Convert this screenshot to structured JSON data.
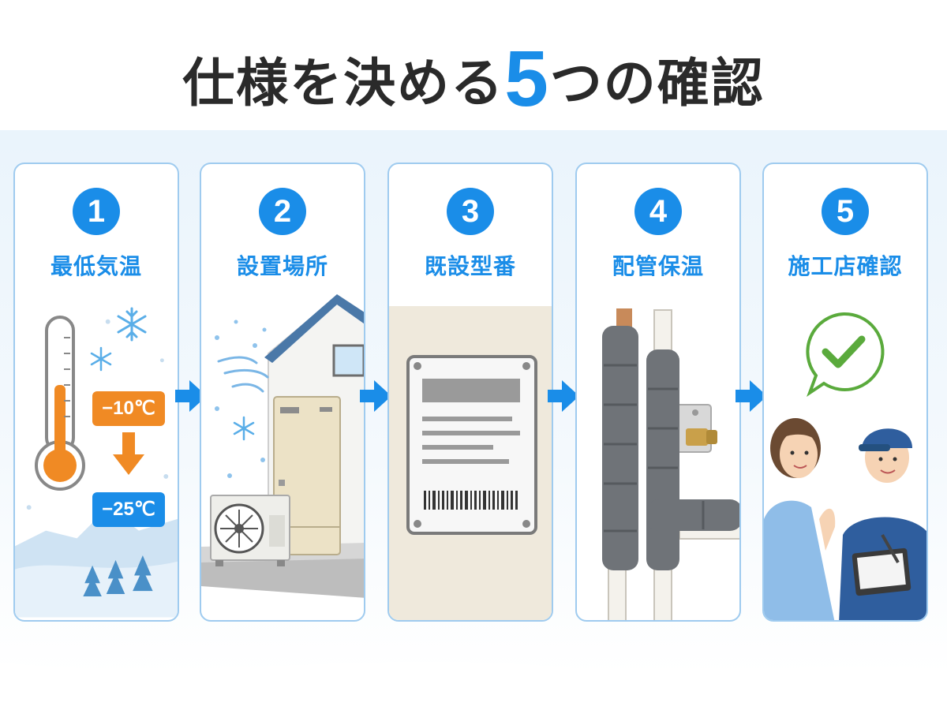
{
  "title": {
    "main_before": "仕様を決める",
    "number": "5",
    "main_after": "つの確認"
  },
  "steps": [
    {
      "number": "1",
      "label": "最低気温",
      "temp_high": "−10℃",
      "temp_low": "−25℃"
    },
    {
      "number": "2",
      "label": "設置場所"
    },
    {
      "number": "3",
      "label": "既設型番"
    },
    {
      "number": "4",
      "label": "配管保温"
    },
    {
      "number": "5",
      "label": "施工店確認"
    }
  ],
  "icons": [
    "thermometer-icon",
    "snowflake-icon",
    "arrow-down-icon",
    "house-icon",
    "heat-pump-unit-icon",
    "nameplate-icon",
    "barcode-icon",
    "pipe-insulation-icon",
    "check-bubble-icon",
    "arrow-right-icon"
  ],
  "colors": {
    "accent": "#1a8de8",
    "orange": "#f08a24",
    "card_border": "#9fcbef",
    "check_green": "#5aaa3c"
  }
}
